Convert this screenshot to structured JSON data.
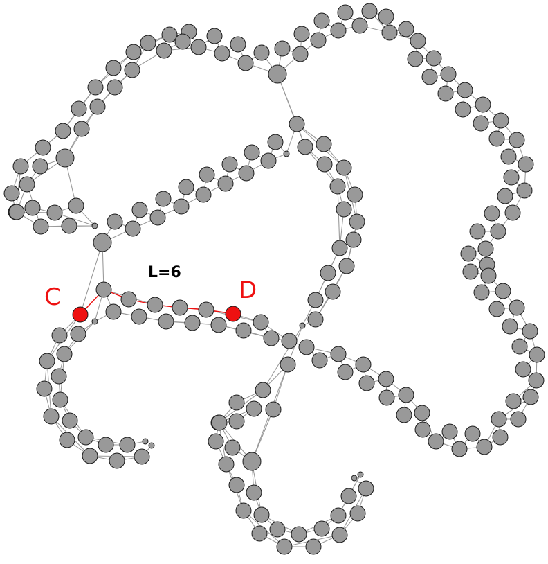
{
  "path_length_label": "L=6",
  "node_labels": {
    "start": "C",
    "end": "D"
  },
  "colors": {
    "node_fill": "#999999",
    "node_stroke": "#1a1a1a",
    "edge": "#9a9a9a",
    "highlight": "#ee1111",
    "label": "#000000"
  }
}
